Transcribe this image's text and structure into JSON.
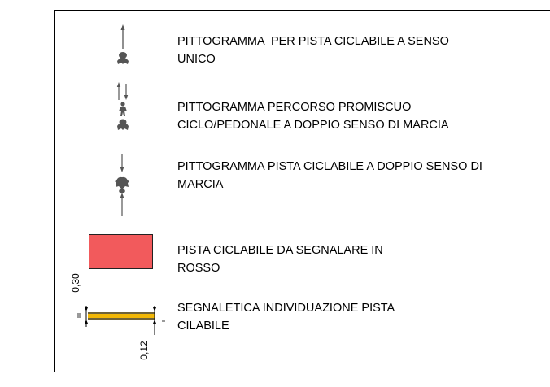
{
  "colors": {
    "frame": "#000000",
    "red_swatch": "#f25a5c",
    "yellow_line": "#f2b705",
    "pictogram": "#555555"
  },
  "entries": [
    {
      "text_line1": "PITTOGRAMMA  PER PISTA CICLABILE A SENSO",
      "text_line2": "UNICO",
      "icon": "one-way-bike-pictogram-icon"
    },
    {
      "text_line1": "PITTOGRAMMA PERCORSO PROMISCUO",
      "text_line2": "CICLO/PEDONALE A DOPPIO SENSO DI MARCIA",
      "icon": "shared-path-pictogram-icon"
    },
    {
      "text_line1": "PITTOGRAMMA PISTA CICLABILE A DOPPIO SENSO DI",
      "text_line2": "MARCIA",
      "icon": "two-way-bike-pictogram-icon"
    },
    {
      "text_line1": "PISTA CICLABILE DA SEGNALARE IN",
      "text_line2": "ROSSO",
      "icon": "red-area-swatch"
    },
    {
      "text_line1": "SEGNALETICA INDIVIDUAZIONE PISTA",
      "text_line2": "CILABILE",
      "icon": "yellow-line-marking-icon"
    }
  ],
  "dimensions": {
    "swatch_height": "0,30",
    "line_width": "0,12"
  }
}
